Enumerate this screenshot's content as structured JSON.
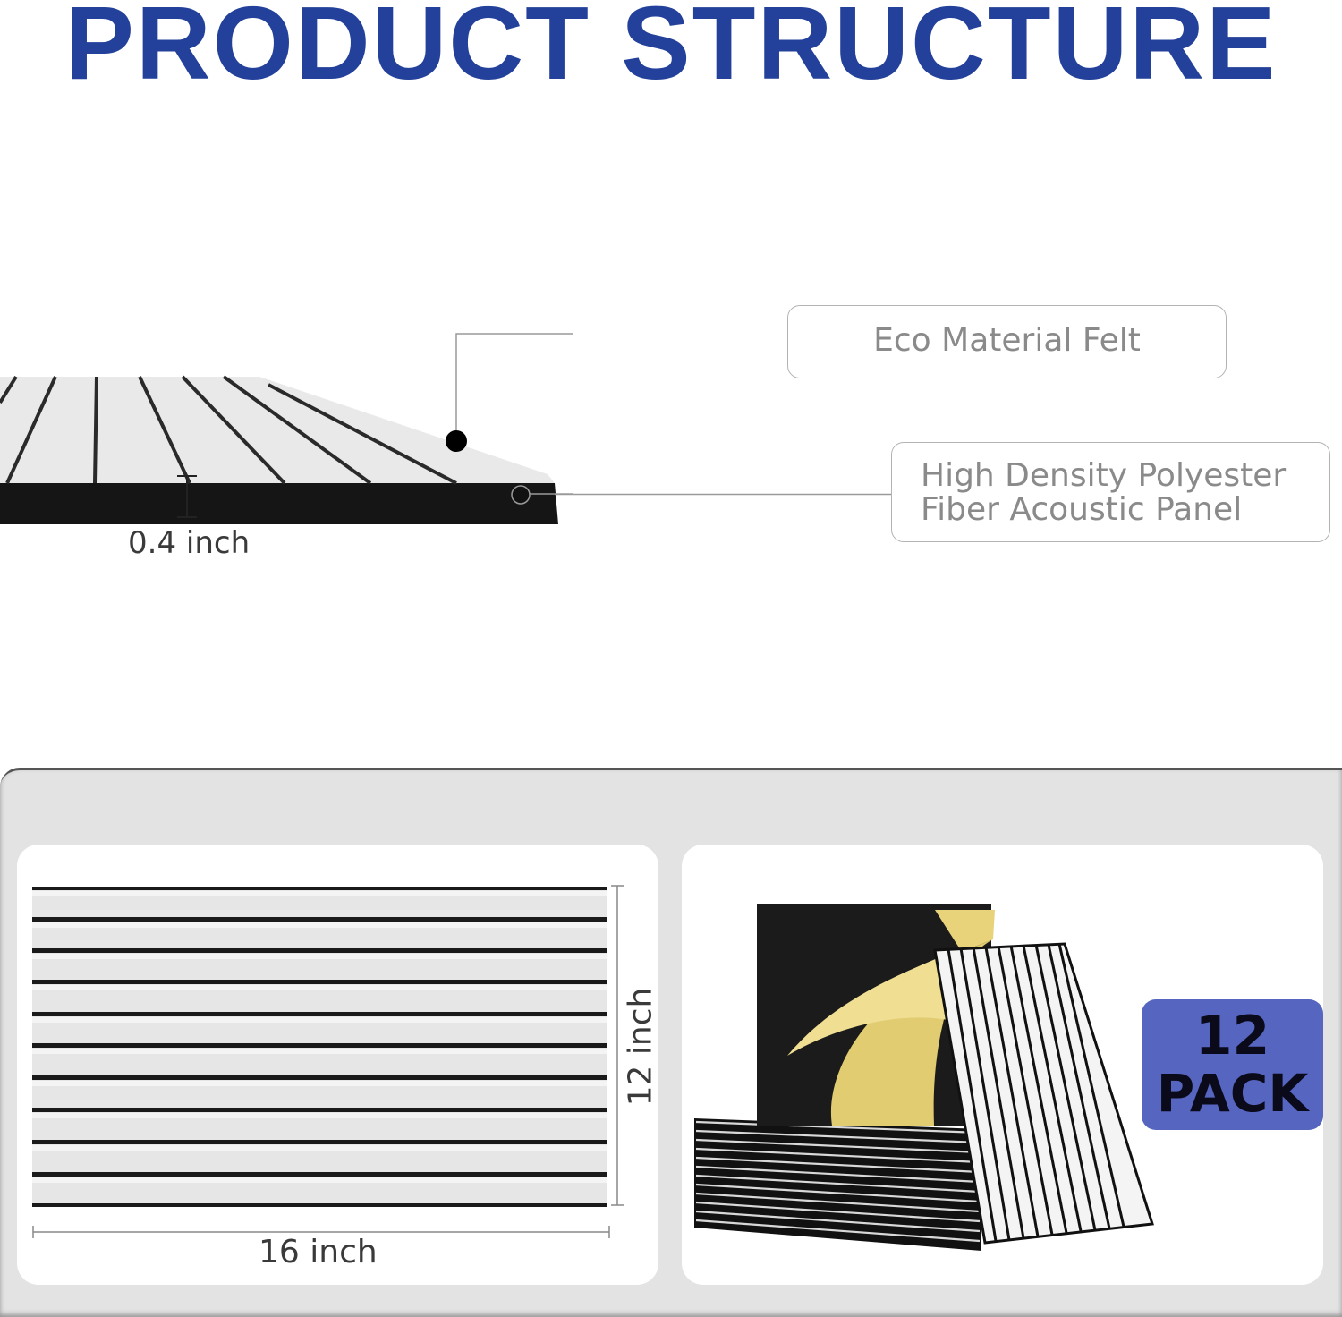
{
  "header": {
    "title": "PRODUCT STRUCTURE"
  },
  "callouts": {
    "felt": "Eco Material Felt",
    "panel_line1": "High Density Polyester",
    "panel_line2": "Fiber Acoustic Panel"
  },
  "dimensions": {
    "thickness": "0.4 inch",
    "width": "16 inch",
    "height": "12 inch"
  },
  "pack": {
    "count": "12",
    "word": "PACK"
  },
  "colors": {
    "title": "#23409a",
    "badge": "#5665c0",
    "felt": "#f0f0f0",
    "backing": "#151515",
    "adhesive": "#e8d27a"
  }
}
